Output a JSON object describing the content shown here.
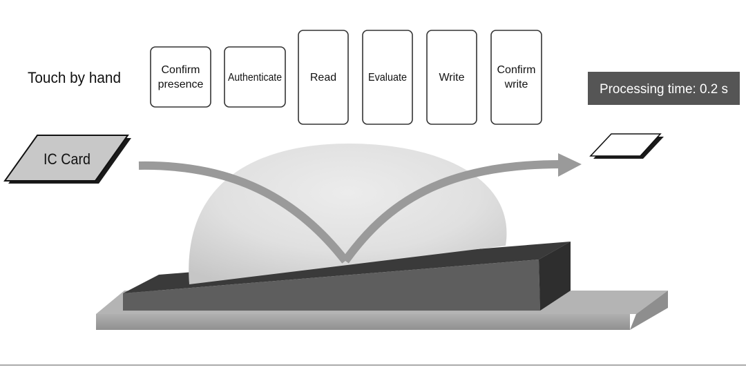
{
  "diagram": {
    "label_touch": "Touch by hand",
    "ic_card_label": "IC Card",
    "processing_badge": "Processing time: 0.2 s",
    "steps": [
      {
        "lines": [
          "Confirm",
          "presence"
        ]
      },
      {
        "lines": [
          "Authenticate"
        ]
      },
      {
        "lines": [
          "Read"
        ]
      },
      {
        "lines": [
          "Evaluate"
        ]
      },
      {
        "lines": [
          "Write"
        ]
      },
      {
        "lines": [
          "Confirm",
          "write"
        ]
      }
    ]
  },
  "colors": {
    "badge_bg": "#555555",
    "badge_text": "#ffffff",
    "arrow": "#9a9a9a",
    "card_fill": "#c8c8c8",
    "reader_dark": "#3a3a3a",
    "reader_mid": "#5e5e5e",
    "base": "#9c9c9c"
  }
}
